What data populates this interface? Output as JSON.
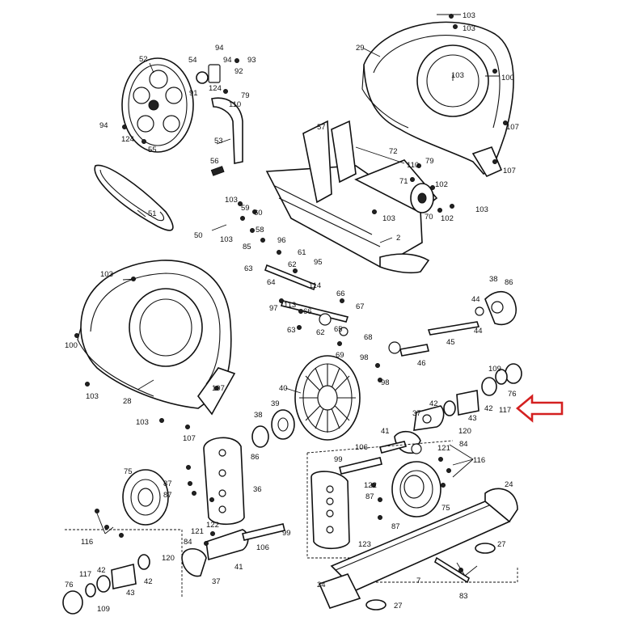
{
  "callouts": [
    {
      "id": "103a",
      "text": "103"
    },
    {
      "id": "103b",
      "text": "103"
    },
    {
      "id": "29",
      "text": "29"
    },
    {
      "id": "103c",
      "text": "103"
    },
    {
      "id": "100a",
      "text": "100"
    },
    {
      "id": "107a",
      "text": "107"
    },
    {
      "id": "107b",
      "text": "107"
    },
    {
      "id": "52",
      "text": "52"
    },
    {
      "id": "54",
      "text": "54"
    },
    {
      "id": "94a",
      "text": "94"
    },
    {
      "id": "93",
      "text": "93"
    },
    {
      "id": "94b",
      "text": "94"
    },
    {
      "id": "92",
      "text": "92"
    },
    {
      "id": "91",
      "text": "91"
    },
    {
      "id": "124a",
      "text": "124"
    },
    {
      "id": "110a",
      "text": "110"
    },
    {
      "id": "79a",
      "text": "79"
    },
    {
      "id": "94c",
      "text": "94"
    },
    {
      "id": "124b",
      "text": "124"
    },
    {
      "id": "55",
      "text": "55"
    },
    {
      "id": "53",
      "text": "53"
    },
    {
      "id": "57",
      "text": "57"
    },
    {
      "id": "72",
      "text": "72"
    },
    {
      "id": "110b",
      "text": "110"
    },
    {
      "id": "79b",
      "text": "79"
    },
    {
      "id": "71",
      "text": "71"
    },
    {
      "id": "102a",
      "text": "102"
    },
    {
      "id": "103d",
      "text": "103"
    },
    {
      "id": "102b",
      "text": "102"
    },
    {
      "id": "70",
      "text": "70"
    },
    {
      "id": "56",
      "text": "56"
    },
    {
      "id": "51",
      "text": "51"
    },
    {
      "id": "103e",
      "text": "103"
    },
    {
      "id": "59",
      "text": "59"
    },
    {
      "id": "60",
      "text": "60"
    },
    {
      "id": "50",
      "text": "50"
    },
    {
      "id": "103f",
      "text": "103"
    },
    {
      "id": "58",
      "text": "58"
    },
    {
      "id": "96",
      "text": "96"
    },
    {
      "id": "85",
      "text": "85"
    },
    {
      "id": "103g",
      "text": "103"
    },
    {
      "id": "2",
      "text": "2"
    },
    {
      "id": "61",
      "text": "61"
    },
    {
      "id": "95",
      "text": "95"
    },
    {
      "id": "62a",
      "text": "62"
    },
    {
      "id": "63a",
      "text": "63"
    },
    {
      "id": "64",
      "text": "64"
    },
    {
      "id": "114",
      "text": "114"
    },
    {
      "id": "66a",
      "text": "66"
    },
    {
      "id": "97",
      "text": "97"
    },
    {
      "id": "113",
      "text": "113"
    },
    {
      "id": "67",
      "text": "67"
    },
    {
      "id": "66b",
      "text": "66"
    },
    {
      "id": "65",
      "text": "65"
    },
    {
      "id": "63b",
      "text": "63"
    },
    {
      "id": "62b",
      "text": "62"
    },
    {
      "id": "68",
      "text": "68"
    },
    {
      "id": "103h",
      "text": "103"
    },
    {
      "id": "100b",
      "text": "100"
    },
    {
      "id": "103i",
      "text": "103"
    },
    {
      "id": "28",
      "text": "28"
    },
    {
      "id": "107c",
      "text": "107"
    },
    {
      "id": "103j",
      "text": "103"
    },
    {
      "id": "107d",
      "text": "107"
    },
    {
      "id": "38a",
      "text": "38"
    },
    {
      "id": "86a",
      "text": "86"
    },
    {
      "id": "44a",
      "text": "44"
    },
    {
      "id": "44b",
      "text": "44"
    },
    {
      "id": "45",
      "text": "45"
    },
    {
      "id": "69",
      "text": "69"
    },
    {
      "id": "98a",
      "text": "98"
    },
    {
      "id": "46",
      "text": "46"
    },
    {
      "id": "40",
      "text": "40"
    },
    {
      "id": "98b",
      "text": "98"
    },
    {
      "id": "109a",
      "text": "109"
    },
    {
      "id": "76a",
      "text": "76"
    },
    {
      "id": "117a",
      "text": "117"
    },
    {
      "id": "42a",
      "text": "42"
    },
    {
      "id": "43a",
      "text": "43"
    },
    {
      "id": "42b",
      "text": "42"
    },
    {
      "id": "37a",
      "text": "37"
    },
    {
      "id": "120a",
      "text": "120"
    },
    {
      "id": "39",
      "text": "39"
    },
    {
      "id": "38b",
      "text": "38"
    },
    {
      "id": "41a",
      "text": "41"
    },
    {
      "id": "121a",
      "text": "121"
    },
    {
      "id": "84a",
      "text": "84"
    },
    {
      "id": "86b",
      "text": "86"
    },
    {
      "id": "106a",
      "text": "106"
    },
    {
      "id": "99a",
      "text": "99"
    },
    {
      "id": "116a",
      "text": "116"
    },
    {
      "id": "75a",
      "text": "75"
    },
    {
      "id": "87a",
      "text": "87"
    },
    {
      "id": "87b",
      "text": "87"
    },
    {
      "id": "36",
      "text": "36"
    },
    {
      "id": "122a",
      "text": "122"
    },
    {
      "id": "24a",
      "text": "24"
    },
    {
      "id": "87c",
      "text": "87"
    },
    {
      "id": "75b",
      "text": "75"
    },
    {
      "id": "87d",
      "text": "87"
    },
    {
      "id": "122b",
      "text": "122"
    },
    {
      "id": "99b",
      "text": "99"
    },
    {
      "id": "116b",
      "text": "116"
    },
    {
      "id": "121b",
      "text": "121"
    },
    {
      "id": "84b",
      "text": "84"
    },
    {
      "id": "106b",
      "text": "106"
    },
    {
      "id": "123",
      "text": "123"
    },
    {
      "id": "27a",
      "text": "27"
    },
    {
      "id": "120b",
      "text": "120"
    },
    {
      "id": "41b",
      "text": "41"
    },
    {
      "id": "7",
      "text": "7"
    },
    {
      "id": "117b",
      "text": "117"
    },
    {
      "id": "42c",
      "text": "42"
    },
    {
      "id": "76b",
      "text": "76"
    },
    {
      "id": "43b",
      "text": "43"
    },
    {
      "id": "42d",
      "text": "42"
    },
    {
      "id": "37b",
      "text": "37"
    },
    {
      "id": "109b",
      "text": "109"
    },
    {
      "id": "24b",
      "text": "24"
    },
    {
      "id": "83",
      "text": "83"
    },
    {
      "id": "27b",
      "text": "27"
    }
  ],
  "highlight": {
    "part": "117",
    "color": "#d42020"
  }
}
